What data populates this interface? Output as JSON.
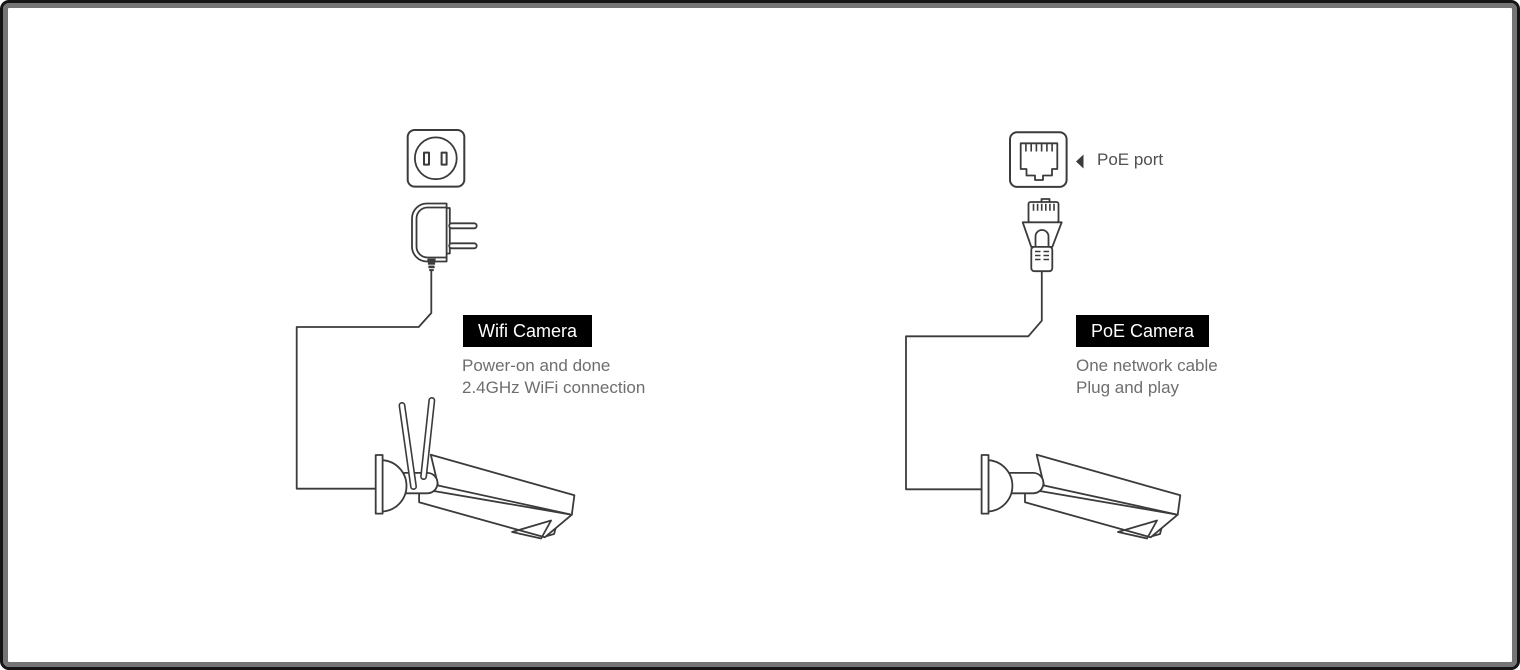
{
  "diagram": {
    "left": {
      "title": "Wifi Camera",
      "lines": [
        "Power-on and done",
        "2.4GHz WiFi connection"
      ],
      "icons": [
        "power-outlet-icon",
        "power-adapter-icon",
        "wifi-camera-icon"
      ]
    },
    "right": {
      "port_label": "PoE port",
      "title": "PoE Camera",
      "lines": [
        "One network cable",
        "Plug and play"
      ],
      "icons": [
        "ethernet-port-icon",
        "arrow-left-icon",
        "rj45-plug-icon",
        "poe-camera-icon"
      ]
    },
    "colors": {
      "line_art": "#3b3b3b",
      "label_bg": "#000000",
      "label_text": "#ffffff",
      "description_text": "#6e6e6e",
      "port_label_text": "#4f4f4f",
      "frame_border_gray": "#757575",
      "frame_border_dark": "#141414",
      "background": "#ffffff"
    }
  }
}
